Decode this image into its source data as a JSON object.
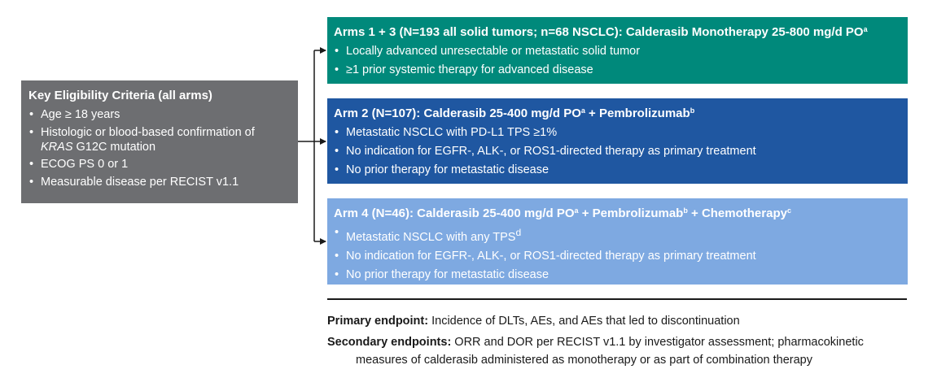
{
  "colors": {
    "criteria_box": "#6d6e71",
    "arm_1_3_box": "#00897b",
    "arm_2_box": "#1f57a1",
    "arm_4_box": "#7ea9e1",
    "arrow": "#1a1a1a"
  },
  "criteria": {
    "title": "Key Eligibility Criteria (all arms)",
    "item_1": "Age ≥ 18 years",
    "item_2_line_1": "Histologic or blood-based confirmation of",
    "item_2_gene": "KRAS",
    "item_2_rest": " G12C mutation",
    "item_3": "ECOG PS 0 or 1",
    "item_4": "Measurable disease per RECIST v1.1"
  },
  "arm_1_3": {
    "title": "Arms 1 + 3 (N=193 all solid tumors; n=68 NSCLC): Calderasib Monotherapy 25-800 mg/d PO",
    "title_sup": "a",
    "item_1": "Locally advanced unresectable or metastatic solid tumor",
    "item_2": "≥1 prior systemic therapy for advanced disease"
  },
  "arm_2": {
    "title_part_1": "Arm 2 (N=107): Calderasib 25-400 mg/d PO",
    "title_sup_1": "a",
    "title_part_2": " + Pembrolizumab",
    "title_sup_2": "b",
    "item_1": "Metastatic NSCLC with PD-L1 TPS ≥1%",
    "item_2": "No indication for EGFR-, ALK-, or ROS1-directed therapy as primary treatment",
    "item_3": "No prior therapy for metastatic disease"
  },
  "arm_4": {
    "title_part_1": "Arm 4 (N=46): Calderasib 25-400 mg/d PO",
    "title_sup_1": "a",
    "title_part_2": " + Pembrolizumab",
    "title_sup_2": "b",
    "title_part_3": " + Chemotherapy",
    "title_sup_3": "c",
    "item_1": "Metastatic NSCLC with any TPS",
    "item_1_sup": "d",
    "item_2": "No indication for EGFR-, ALK-, or ROS1-directed therapy as primary treatment",
    "item_3": "No prior therapy for metastatic disease"
  },
  "endpoints": {
    "primary_label": "Primary endpoint:",
    "primary_text": " Incidence of DLTs, AEs, and AEs that led to discontinuation",
    "secondary_label": "Secondary endpoints:",
    "secondary_text_1": " ORR and DOR per RECIST v1.1 by investigator assessment; pharmacokinetic",
    "secondary_text_2": "measures of calderasib administered as monotherapy or as part of combination therapy"
  }
}
